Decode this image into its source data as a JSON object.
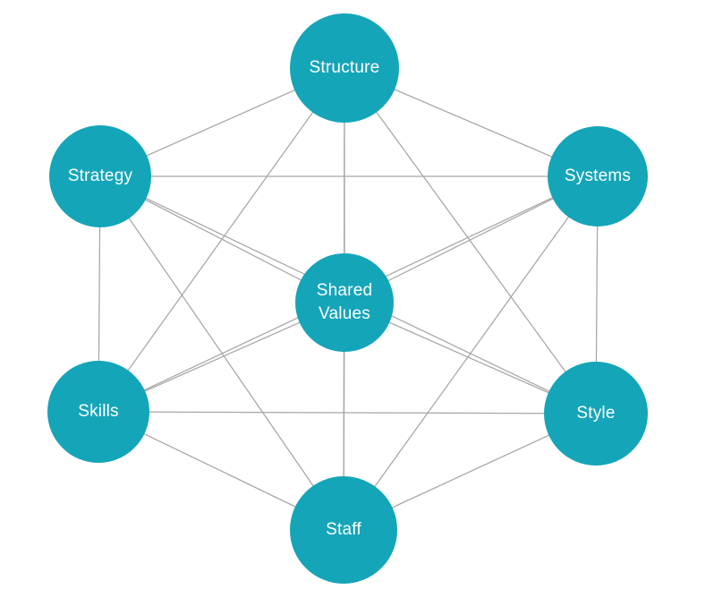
{
  "diagram": {
    "kind": "network-diagram",
    "nodes": {
      "structure": {
        "label": "Structure"
      },
      "strategy": {
        "label": "Strategy"
      },
      "systems": {
        "label": "Systems"
      },
      "shared_values": {
        "label": "Shared Values"
      },
      "skills": {
        "label": "Skills"
      },
      "style": {
        "label": "Style"
      },
      "staff": {
        "label": "Staff"
      }
    },
    "edges": [
      [
        "structure",
        "strategy"
      ],
      [
        "structure",
        "systems"
      ],
      [
        "structure",
        "shared_values"
      ],
      [
        "structure",
        "skills"
      ],
      [
        "structure",
        "style"
      ],
      [
        "structure",
        "staff"
      ],
      [
        "strategy",
        "systems"
      ],
      [
        "strategy",
        "shared_values"
      ],
      [
        "strategy",
        "skills"
      ],
      [
        "strategy",
        "style"
      ],
      [
        "strategy",
        "staff"
      ],
      [
        "systems",
        "shared_values"
      ],
      [
        "systems",
        "skills"
      ],
      [
        "systems",
        "style"
      ],
      [
        "systems",
        "staff"
      ],
      [
        "shared_values",
        "skills"
      ],
      [
        "shared_values",
        "style"
      ],
      [
        "shared_values",
        "staff"
      ],
      [
        "skills",
        "style"
      ],
      [
        "skills",
        "staff"
      ],
      [
        "style",
        "staff"
      ]
    ],
    "colors": {
      "node_fill": "#15A5B9",
      "node_text": "#FFFFFF",
      "connector": "#A6A6A6",
      "background": "#FFFFFF"
    }
  }
}
